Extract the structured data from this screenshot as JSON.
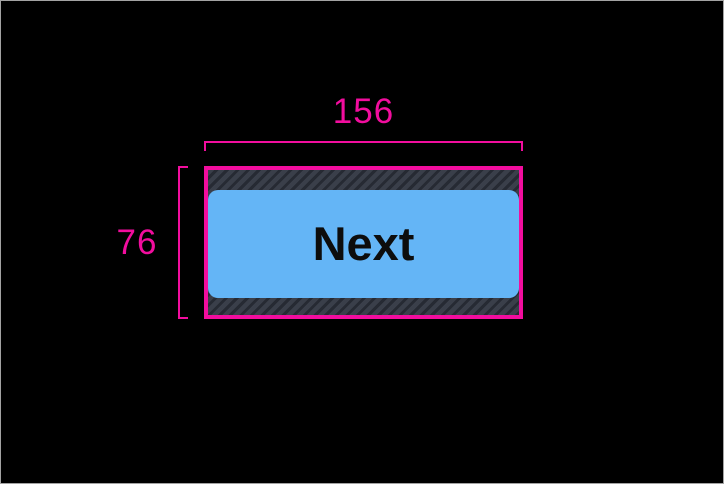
{
  "colors": {
    "canvas-bg": "#000000",
    "canvas-border": "#a3a3a3",
    "accent-pink": "#f20d9e",
    "button-blue": "#64b5f6",
    "button-text": "#0d0d0d",
    "hatch-bg": "#3a3f4a",
    "hatch-stripe": "#262a33"
  },
  "annotation": {
    "width_label": "156",
    "height_label": "76"
  },
  "button": {
    "label": "Next"
  }
}
